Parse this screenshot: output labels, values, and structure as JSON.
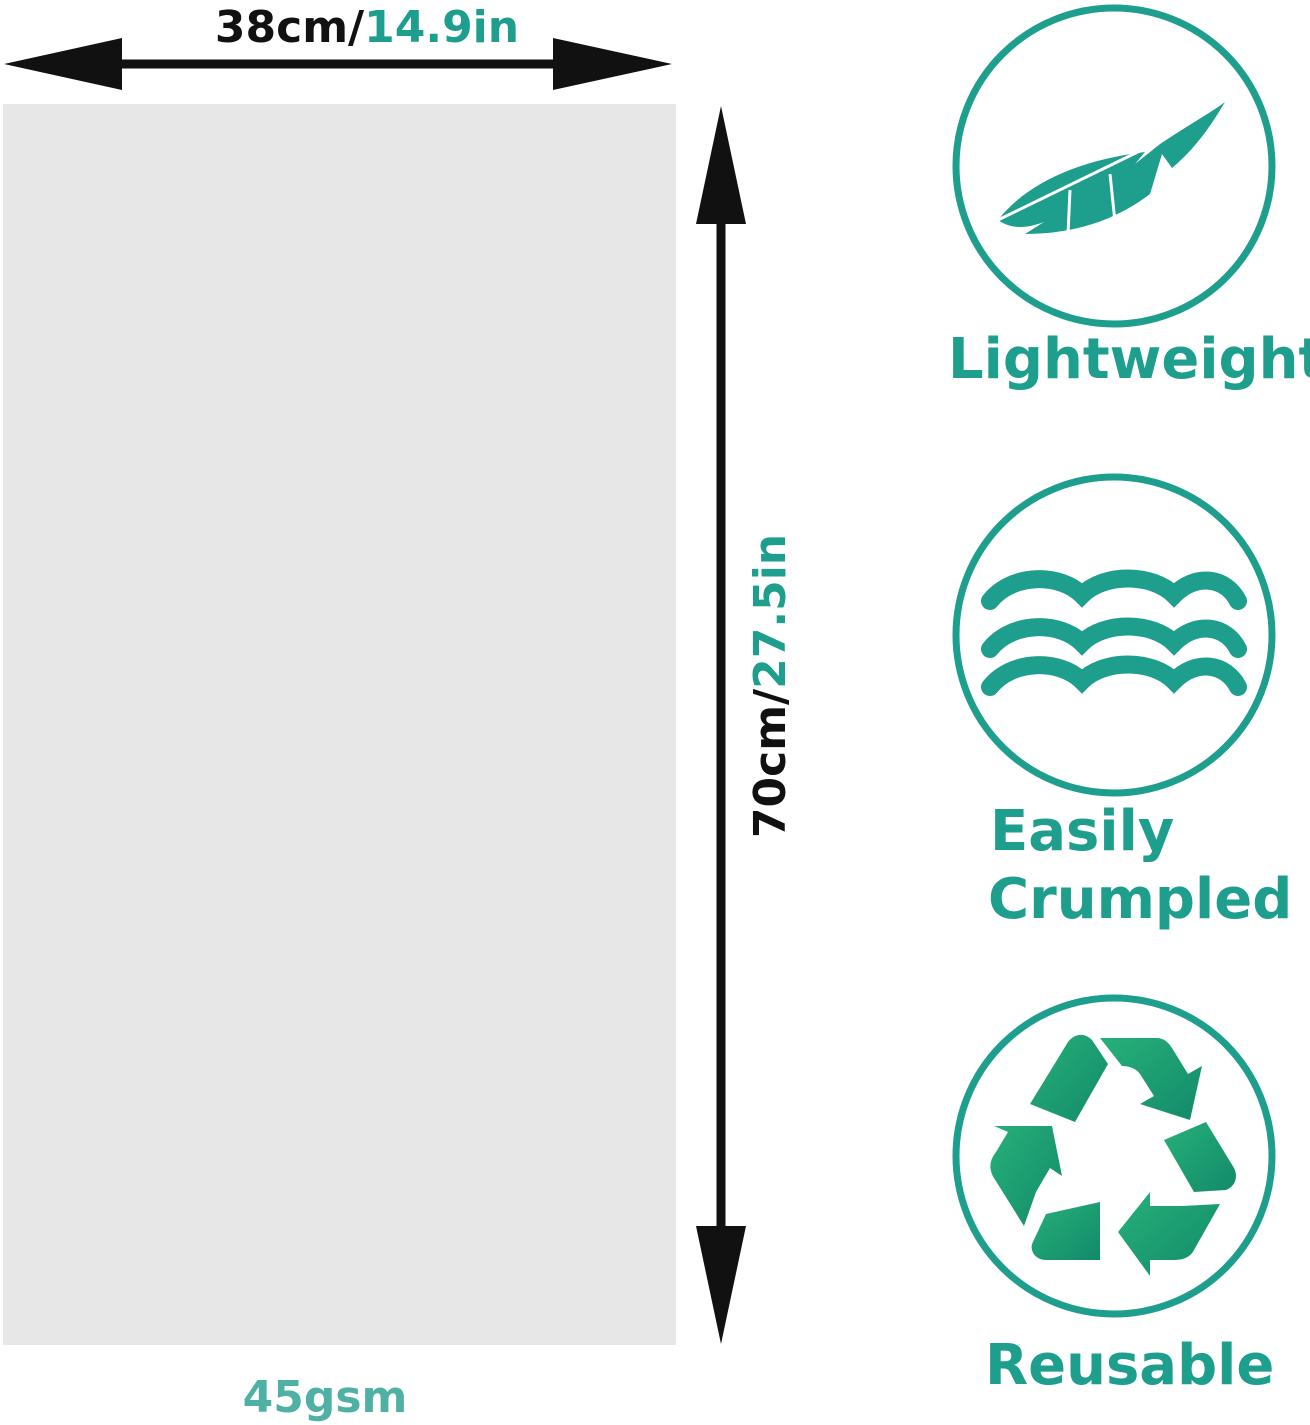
{
  "dimensions": {
    "width_metric": "38cm/",
    "width_imperial": "14.9in",
    "height_metric": "70cm/",
    "height_imperial": "27.5in",
    "weight": "45gsm"
  },
  "features": [
    {
      "icon": "feather-icon",
      "label": "Lightweight"
    },
    {
      "icon": "waves-icon",
      "label_line1": "Easily",
      "label_line2": "Crumpled"
    },
    {
      "icon": "recycle-icon",
      "label": "Reusable"
    }
  ],
  "colors": {
    "accent": "#1e9e8c",
    "sheet": "#e7e7e7",
    "arrow": "#111111"
  }
}
